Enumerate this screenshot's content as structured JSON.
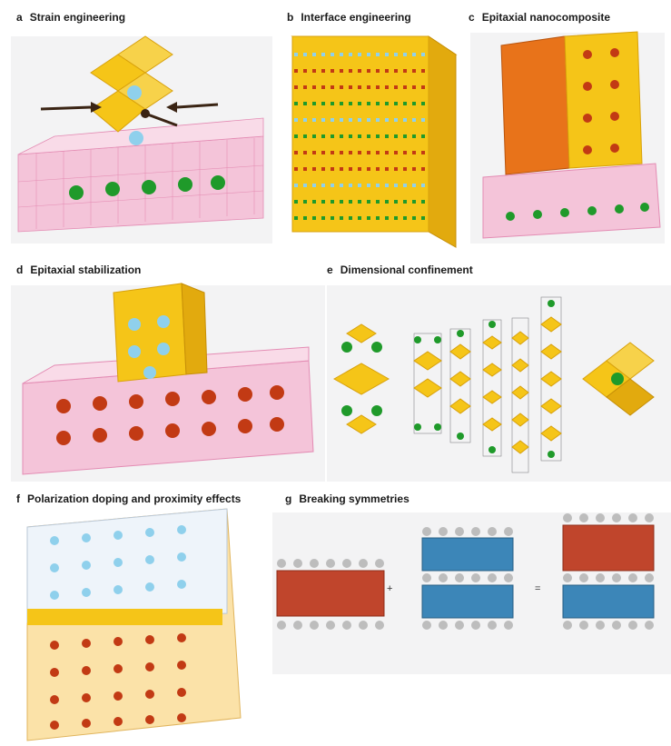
{
  "panels": [
    {
      "letter": "a",
      "title": "Strain engineering"
    },
    {
      "letter": "b",
      "title": "Interface engineering"
    },
    {
      "letter": "c",
      "title": "Epitaxial nanocomposite"
    },
    {
      "letter": "d",
      "title": "Epitaxial stabilization"
    },
    {
      "letter": "e",
      "title": "Dimensional confinement"
    },
    {
      "letter": "f",
      "title": "Polarization doping and proximity effects"
    },
    {
      "letter": "g",
      "title": "Breaking symmetries"
    }
  ],
  "operators": {
    "plus": "+",
    "equals": "="
  },
  "colors": {
    "octahedron_yellow": "#f5c518",
    "octahedron_orange": "#e8731a",
    "octahedron_pink": "#f1a7c8",
    "octahedron_red": "#c0452c",
    "octahedron_blue": "#3c86b8",
    "atom_green": "#1f9a2a",
    "atom_blue": "#8fd0ec",
    "atom_red": "#c23a14",
    "atom_gray": "#bdbdbd",
    "arrow": "#3a2414"
  }
}
